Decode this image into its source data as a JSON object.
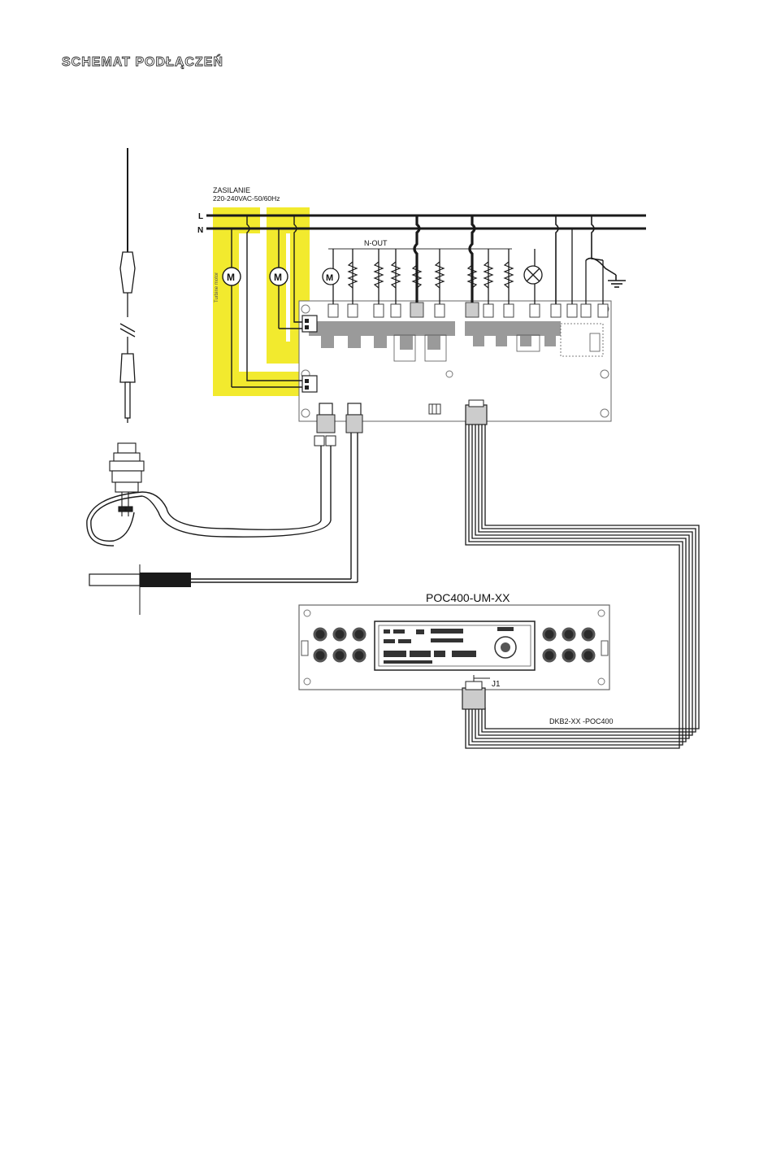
{
  "page": {
    "title": "SCHEMAT PODŁĄCZEŃ"
  },
  "supply": {
    "title": "ZASILANIE",
    "spec": "220-240VAC-50/60Hz",
    "line_label": "L",
    "neutral_label": "N"
  },
  "board": {
    "nout_label": "N-OUT",
    "motor_symbol": "M",
    "turbine_motor_label": "Turbine motor"
  },
  "panel": {
    "name": "POC400-UM-XX",
    "connector_label": "J1"
  },
  "cable": {
    "name": "DKB2-XX -POC400"
  },
  "colors": {
    "highlight": "#f2ea2e",
    "wire": "#1a1a1a",
    "board_outline": "#666666",
    "relay_fill": "#9a9a9a"
  }
}
